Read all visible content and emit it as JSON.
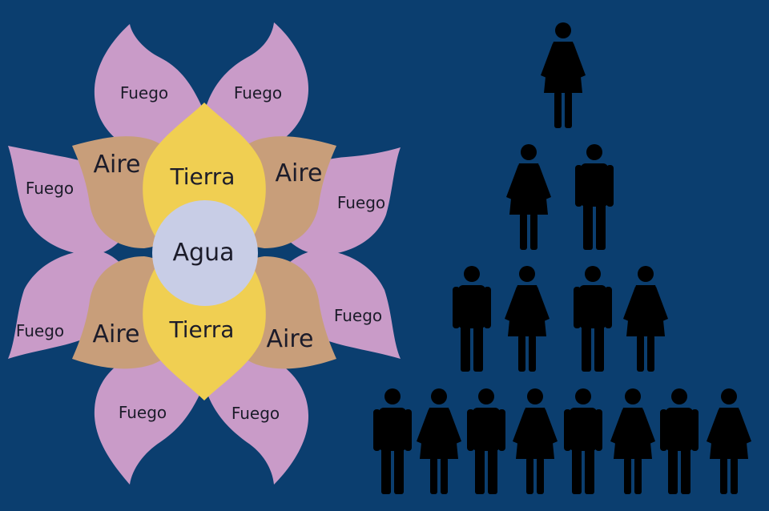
{
  "colors": {
    "background": "#0b3e6f",
    "fire_petal": "#c99bc8",
    "air_petal": "#c89e7a",
    "earth_petal": "#f0cf52",
    "water_core": "#c8cde6",
    "figure": "#000000"
  },
  "flower": {
    "fire_labels": [
      "Fuego",
      "Fuego",
      "Fuego",
      "Fuego",
      "Fuego",
      "Fuego",
      "Fuego",
      "Fuego"
    ],
    "air_labels": [
      "Aire",
      "Aire",
      "Aire",
      "Aire"
    ],
    "earth_labels": [
      "Tierra",
      "Tierra"
    ],
    "water_label": "Agua"
  },
  "pyramid": {
    "rows": [
      [
        "woman"
      ],
      [
        "woman",
        "man"
      ],
      [
        "man",
        "woman",
        "man",
        "woman"
      ],
      [
        "man",
        "woman",
        "man",
        "woman",
        "man",
        "woman",
        "man",
        "woman"
      ]
    ],
    "icon_names": {
      "man": "man-icon",
      "woman": "woman-icon"
    }
  }
}
